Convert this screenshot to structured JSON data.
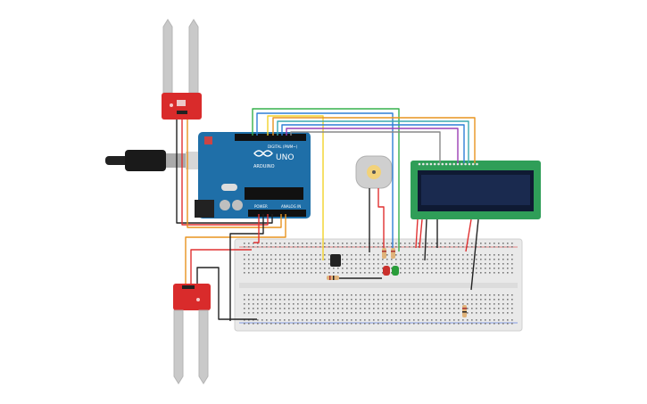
{
  "colors": {
    "background": "#ffffff",
    "board_blue": "#1f6fa8",
    "sensor_red": "#d92b2b",
    "probe_gray": "#c9c9c9",
    "lcd_green": "#2f9e58",
    "lcd_screen": "#1a2a4f",
    "breadboard": "#e9e9e9",
    "wire_orange": "#e8931f",
    "wire_yellow": "#f2d22a",
    "wire_green": "#35b04b",
    "wire_blue": "#2f7fd6",
    "wire_purple": "#9b3fb5",
    "wire_red": "#e03030",
    "wire_black": "#222222",
    "wire_teal": "#3aa9b0"
  },
  "arduino": {
    "brand": "UNO",
    "logo_text": "ARDUINO",
    "digital_label": "DIGITAL (PWM~)",
    "power_label": "POWER",
    "analog_label": "ANALOG IN",
    "icon": "arduino-infinity-icon"
  },
  "components": {
    "usb_cable": "usb-cable-icon",
    "motor": "dc-motor-icon",
    "lcd": "lcd-16x2-icon",
    "sensor_top": "soil-moisture-sensor-icon",
    "sensor_bottom": "soil-moisture-sensor-icon",
    "temp_sensor": "tmp36-sensor-icon",
    "led_red": "red-led-icon",
    "led_green": "green-led-icon",
    "resistors": "resistor-icon",
    "breadboard": "breadboard-icon"
  }
}
